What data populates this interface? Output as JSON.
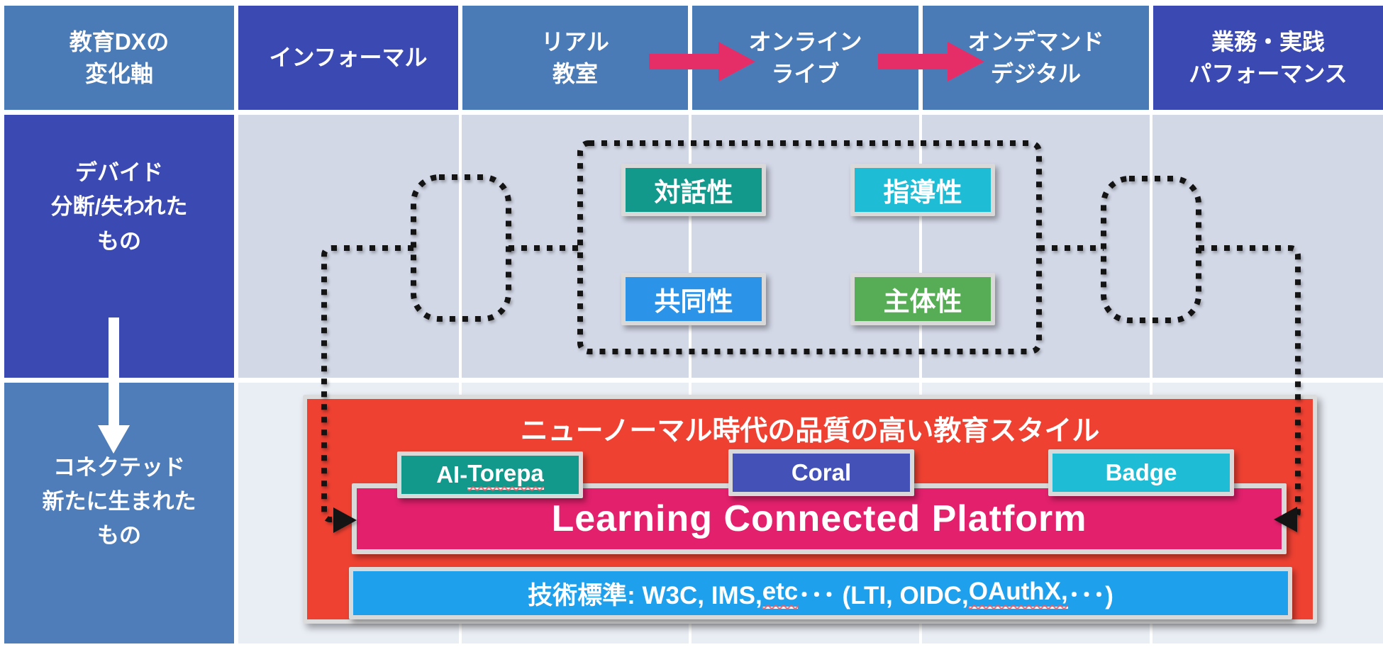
{
  "palette": {
    "header_blue": "#4B7BB7",
    "header_indigo": "#3B49B2",
    "axis_connected_blue": "#4E7DB9",
    "body_upper_band": "#D3D8E7",
    "body_lower_band": "#E9EDF4",
    "stage_arrow_pink": "#E52E68",
    "down_arrow_white": "#FFFFFF",
    "dotted_line_black": "#141414",
    "panel_red": "#EE4132",
    "platform_pink": "#E2206C",
    "standards_blue": "#1FA0ED",
    "teal": "#12998C",
    "cyan": "#1FBCD6",
    "quality_blue": "#2B94E9",
    "quality_green": "#57AD55",
    "coral_indigo": "#4452B8",
    "frame_gray": "#D9D9D9"
  },
  "header": {
    "axis": "教育DXの\n変化軸",
    "stages": [
      {
        "label": "インフォーマル"
      },
      {
        "label": "リアル\n教室"
      },
      {
        "label": "オンライン\nライブ"
      },
      {
        "label": "オンデマンド\nデジタル"
      },
      {
        "label": "業務・実践\nパフォーマンス"
      }
    ]
  },
  "axis_rows": {
    "divide": "デバイド\n分断/失われた\nもの",
    "connected": "コネクテッド\n新たに生まれた\nもの"
  },
  "qualities": {
    "dialogue": "対話性",
    "guidance": "指導性",
    "collaboration": "共同性",
    "autonomy": "主体性"
  },
  "platform_panel": {
    "title": "ニューノーマル時代の品質の高い教育スタイル",
    "products": {
      "ai_torepa": {
        "prefix": "AI-",
        "name": "Torepa"
      },
      "coral": {
        "label": "Coral"
      },
      "badge": {
        "label": "Badge"
      }
    },
    "platform_label": "Learning Connected Platform",
    "standards": {
      "p1": "技術標準: W3C, IMS, ",
      "p2": "etc",
      "p3": " ･･･ (LTI, OIDC, ",
      "p4": "OAuthX,",
      "p5": " ･･･)"
    }
  }
}
